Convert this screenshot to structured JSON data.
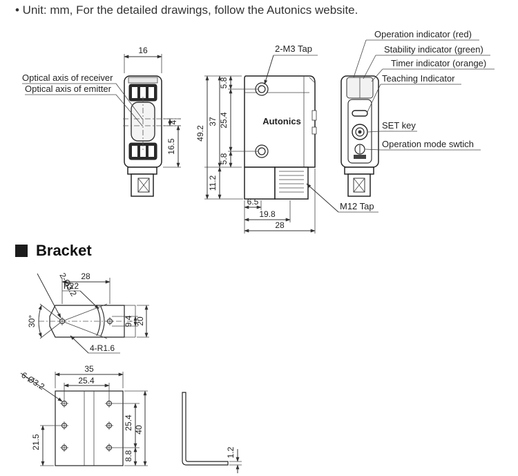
{
  "header": "• Unit: mm, For the detailed drawings, follow the Autonics website.",
  "section_title": "Bracket",
  "brand": "Autonics",
  "front": {
    "width": "16",
    "label_receiver": "Optical axis of receiver",
    "label_emitter": "Optical axis of emitter",
    "dim_axis_gap": "4",
    "dim_axis_height": "16.5"
  },
  "side": {
    "tap_top": "2-M3 Tap",
    "dim_total_height": "49.2",
    "dim_body_height": "37",
    "dim_hole_top": "5.8",
    "dim_hole_pitch": "25.4",
    "dim_hole_bottom": "5.8",
    "dim_connector": "11.2",
    "dim_w1": "6.5",
    "dim_w2": "19.8",
    "dim_w3": "28",
    "tap_bottom": "M12 Tap"
  },
  "rear": {
    "op_indicator": "Operation indicator (red)",
    "stab_indicator": "Stability indicator (green)",
    "timer_indicator": "Timer indicator (orange)",
    "teach_indicator": "Teaching Indicator",
    "set_key": "SET key",
    "mode_switch": "Operation mode swtich"
  },
  "bracket_top": {
    "holes": "2-Ø3.2",
    "radius": "R22",
    "width": "28",
    "angle": "30°",
    "dim_9_4": "9.4",
    "dim_20": "20",
    "corner": "4-R1.6"
  },
  "bracket_front": {
    "holes": "6-Ø3.2",
    "width": "35",
    "pitch": "25.4",
    "dim_21_5": "21.5",
    "dim_25_4": "25.4",
    "dim_40": "40",
    "dim_8_8": "8.8",
    "thickness": "1.2"
  }
}
